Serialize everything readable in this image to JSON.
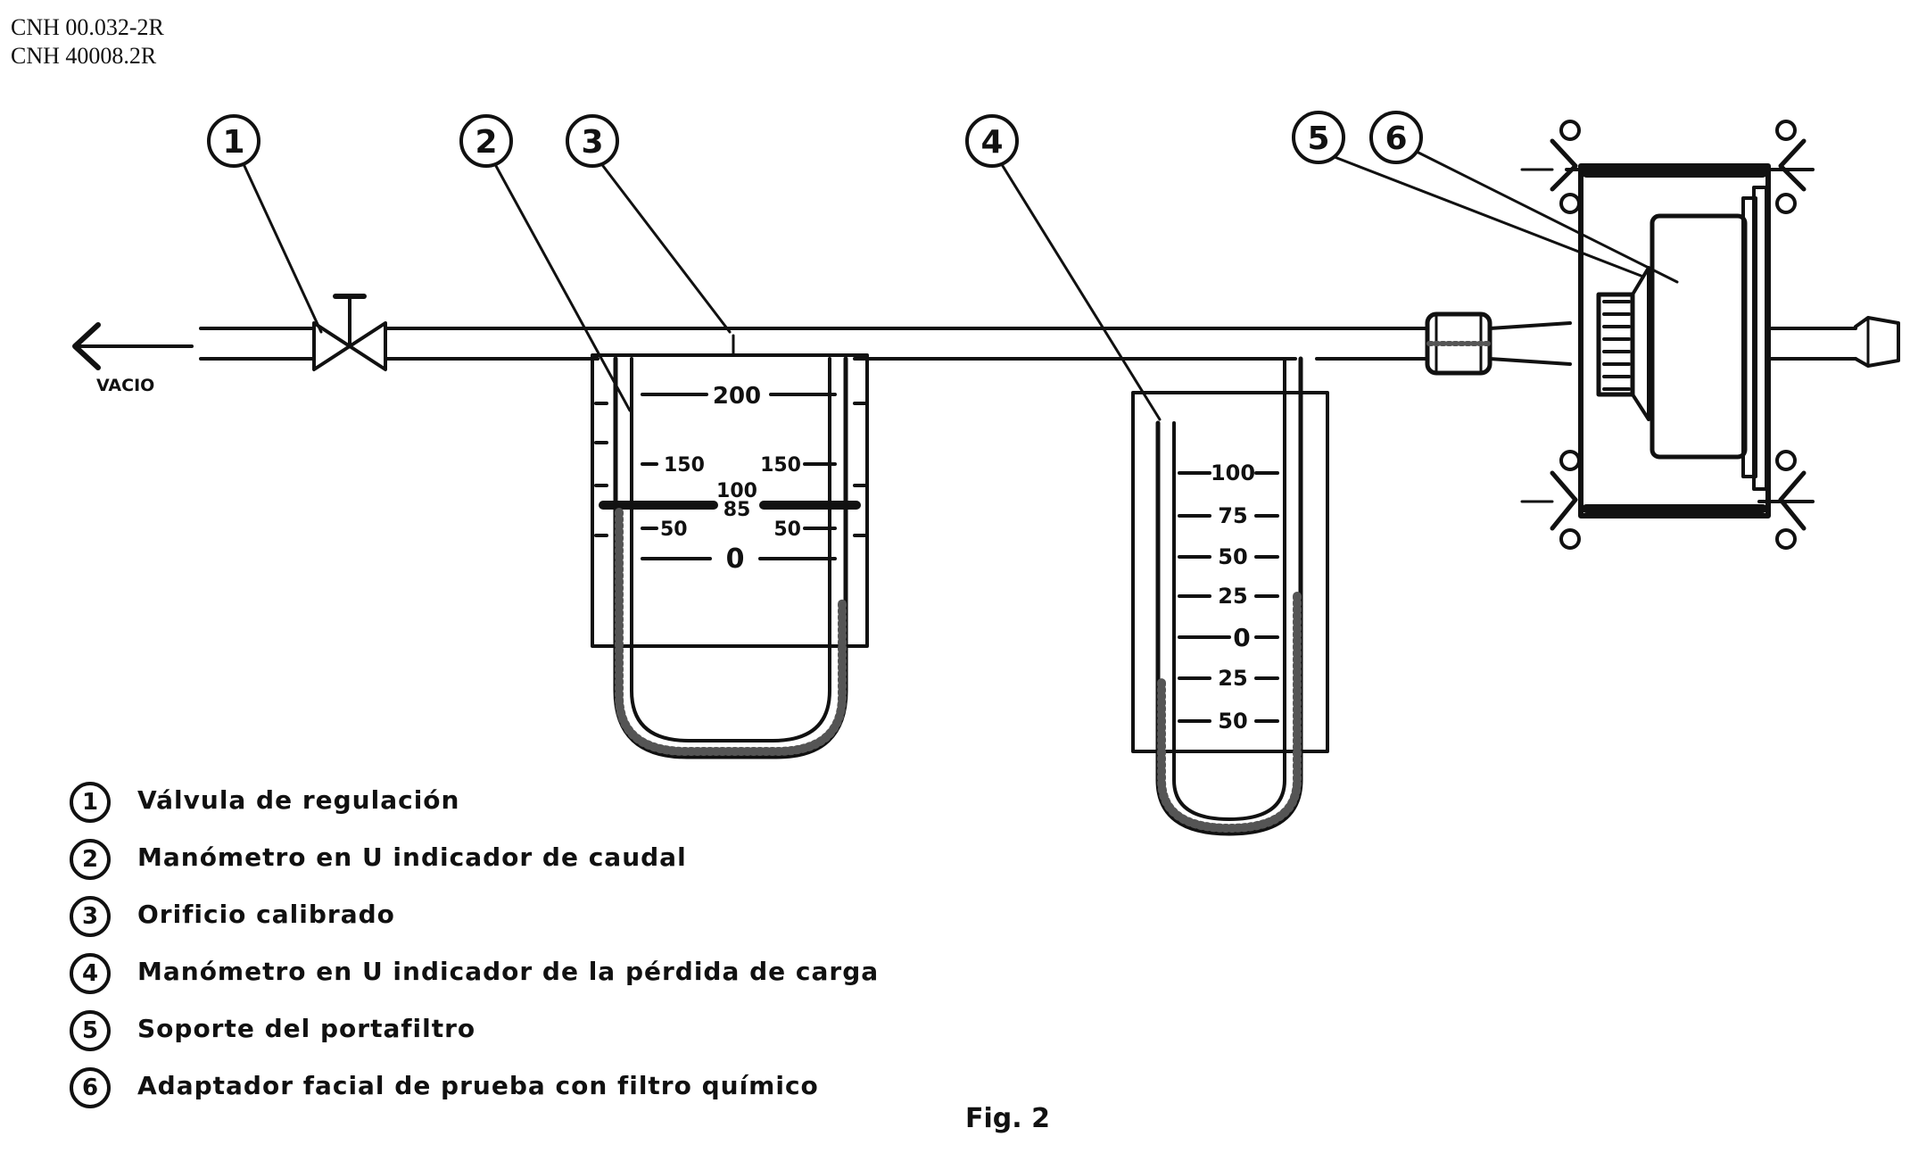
{
  "header": {
    "line1": "CNH 00.032-2R",
    "line2": "CNH 40008.2R"
  },
  "diagram": {
    "vacuum_label": "VACIO",
    "callouts": [
      "1",
      "2",
      "3",
      "4",
      "5",
      "6"
    ],
    "flow_manometer_scale": {
      "left": [
        "150",
        "50"
      ],
      "right": [
        "150",
        "50"
      ],
      "center": [
        "200",
        "100",
        "85",
        "0"
      ]
    },
    "pressure_manometer_scale": [
      "100",
      "75",
      "50",
      "25",
      "0",
      "25",
      "50"
    ]
  },
  "legend": [
    {
      "num": "1",
      "text": "Válvula de regulación"
    },
    {
      "num": "2",
      "text": "Manómetro en U indicador de caudal"
    },
    {
      "num": "3",
      "text": "Orificio calibrado"
    },
    {
      "num": "4",
      "text": "Manómetro en U indicador de la pérdida de carga"
    },
    {
      "num": "5",
      "text": "Soporte del portafiltro"
    },
    {
      "num": "6",
      "text": "Adaptador facial de prueba con filtro químico"
    }
  ],
  "figure_label": "Fig. 2"
}
